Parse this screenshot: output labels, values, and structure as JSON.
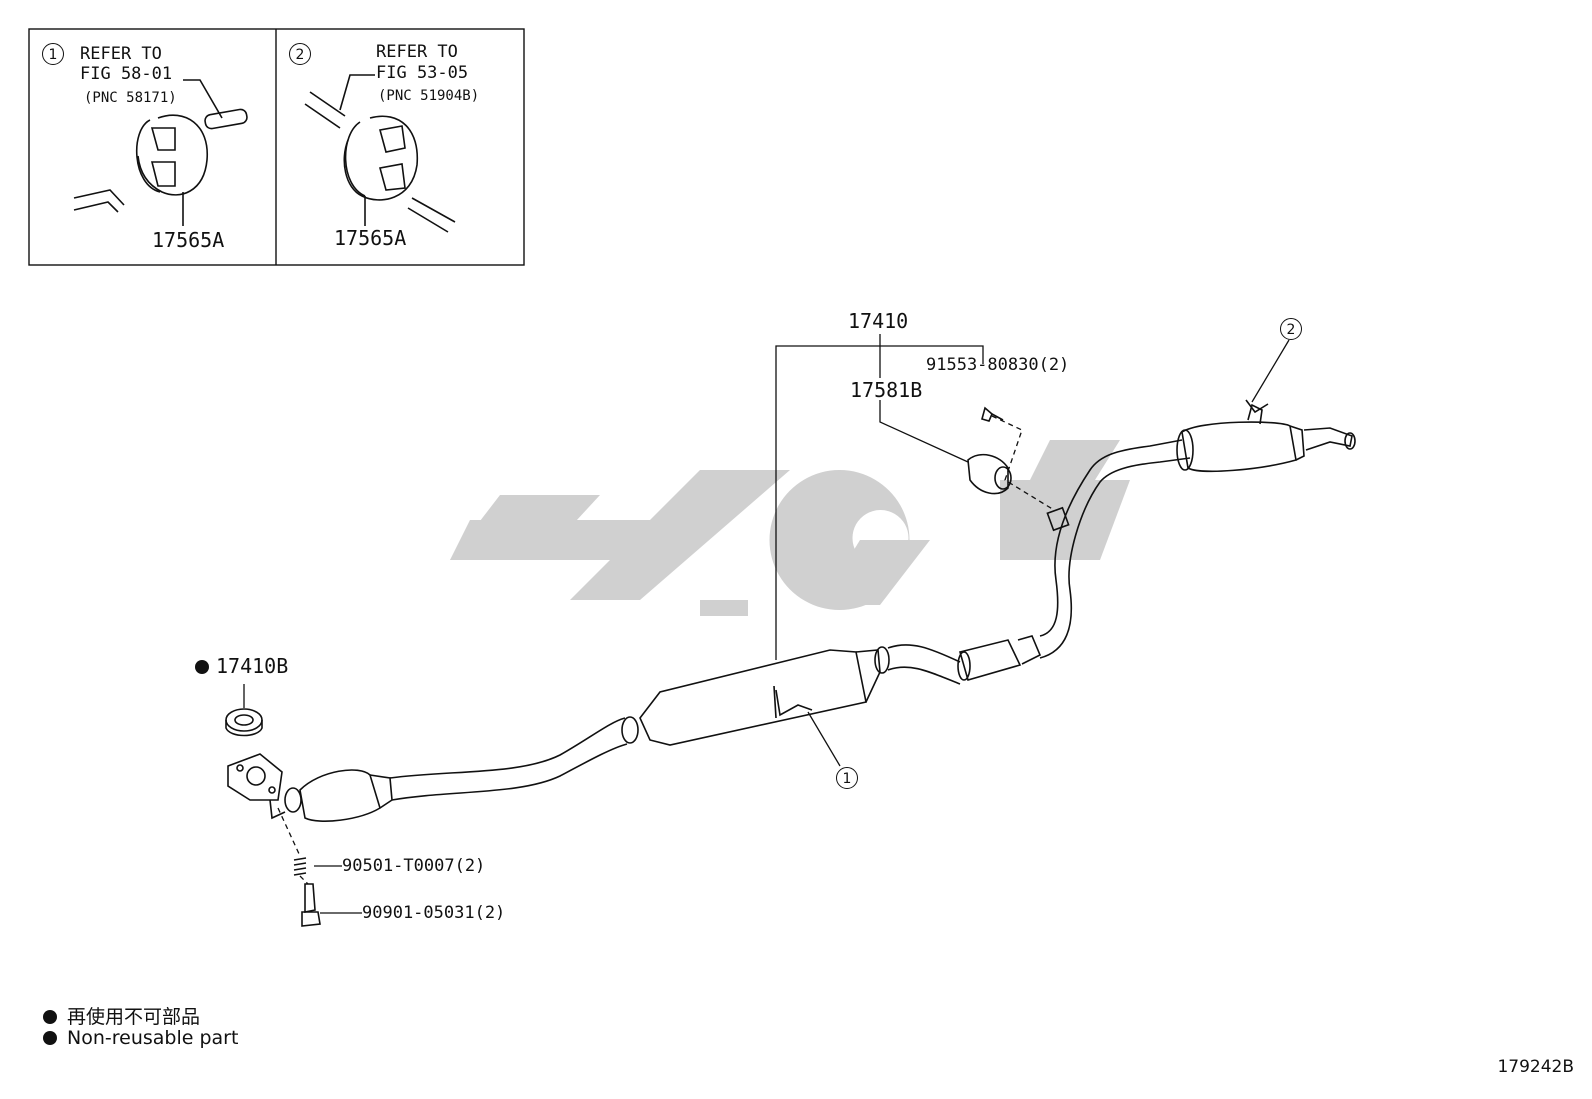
{
  "insets": [
    {
      "marker": "1",
      "refer": "REFER TO",
      "fig": "FIG 58-01",
      "pnc": "(PNC 58171)",
      "part": "17565A"
    },
    {
      "marker": "2",
      "refer": "REFER TO",
      "fig": "FIG 53-05",
      "pnc": "(PNC 51904B)",
      "part": "17565A"
    }
  ],
  "callouts": {
    "assembly": "17410",
    "hanger": "17581B",
    "bolt_top": "91553-80830(2)",
    "gasket": "17410B",
    "spring": "90501-T0007(2)",
    "bolt_bottom": "90901-05031(2)",
    "marker_1": "1",
    "marker_2": "2"
  },
  "legend": [
    {
      "text": "再使用不可部品"
    },
    {
      "text": "Non-reusable part"
    }
  ],
  "figure_number": "179242B",
  "colors": {
    "line": "#111111",
    "watermark": "#c8c8c8",
    "background": "#ffffff"
  },
  "icons": [
    "non-reusable-dot-icon",
    "exhaust-pipe-drawing",
    "rubber-hanger-drawing"
  ]
}
